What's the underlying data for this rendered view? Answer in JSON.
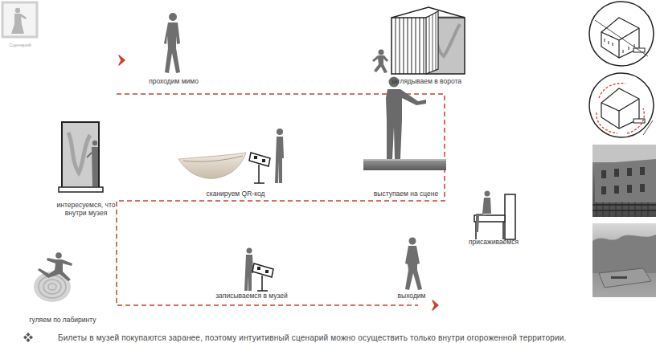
{
  "diagram": {
    "labels": [
      "Сценарий",
      "проходим мимо",
      "заглядываем в ворота",
      "интересуемся, что внутри музея",
      "сканируем QR-код",
      "выступаем на сцене",
      "присаживаемся",
      "гуляем по лабиринту",
      "записываемся в музей",
      "выходим",
      "Билеты в музей покупаются заранее, поэтому интуитивный сценарий можно осуществить только внутри огороженной территории."
    ]
  }
}
